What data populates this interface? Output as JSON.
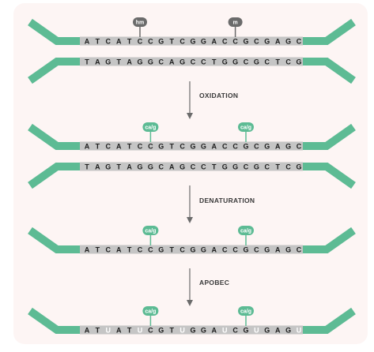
{
  "strands": {
    "top1": {
      "letters": [
        "A",
        "T",
        "C",
        "A",
        "T",
        "C",
        "C",
        "G",
        "T",
        "C",
        "G",
        "G",
        "A",
        "C",
        "C",
        "G",
        "C",
        "G",
        "A",
        "G",
        "C"
      ]
    },
    "bottom1": {
      "letters": [
        "T",
        "A",
        "G",
        "T",
        "A",
        "G",
        "G",
        "C",
        "A",
        "G",
        "C",
        "C",
        "T",
        "G",
        "G",
        "C",
        "G",
        "C",
        "T",
        "C",
        "G"
      ]
    },
    "top2": {
      "letters": [
        "A",
        "T",
        "C",
        "A",
        "T",
        "C",
        "C",
        "G",
        "T",
        "C",
        "G",
        "G",
        "A",
        "C",
        "C",
        "G",
        "C",
        "G",
        "A",
        "G",
        "C"
      ]
    },
    "bottom2": {
      "letters": [
        "T",
        "A",
        "G",
        "T",
        "A",
        "G",
        "G",
        "C",
        "A",
        "G",
        "C",
        "C",
        "T",
        "G",
        "G",
        "C",
        "G",
        "C",
        "T",
        "C",
        "G"
      ]
    },
    "single3": {
      "letters": [
        "A",
        "T",
        "C",
        "A",
        "T",
        "C",
        "C",
        "G",
        "T",
        "C",
        "G",
        "G",
        "A",
        "C",
        "C",
        "G",
        "C",
        "G",
        "A",
        "G",
        "C"
      ]
    },
    "single4": {
      "letters": [
        "A",
        "T",
        "U",
        "A",
        "T",
        "U",
        "C",
        "G",
        "T",
        "U",
        "G",
        "G",
        "A",
        "U",
        "C",
        "G",
        "U",
        "G",
        "A",
        "G",
        "U"
      ]
    }
  },
  "modifications": {
    "row1": [
      {
        "label": "hm",
        "index": 5
      },
      {
        "label": "m",
        "index": 14
      }
    ],
    "row2": [
      {
        "label": "ca/g",
        "index": 6
      },
      {
        "label": "ca/g",
        "index": 15
      }
    ],
    "row3": [
      {
        "label": "ca/g",
        "index": 6
      },
      {
        "label": "ca/g",
        "index": 15
      }
    ],
    "row4": [
      {
        "label": "ca/g",
        "index": 6
      },
      {
        "label": "ca/g",
        "index": 15
      }
    ]
  },
  "steps": {
    "oxidation": "OXIDATION",
    "denaturation": "DENATURATION",
    "apobec": "APOBEC"
  },
  "colors": {
    "green": "#5dbb94",
    "gray_tag": "#6b6b6b",
    "bar": "#c5c5c5",
    "letter": "#1e1e1e",
    "converted": "#ffffff",
    "arrow": "#6b6b6b"
  }
}
